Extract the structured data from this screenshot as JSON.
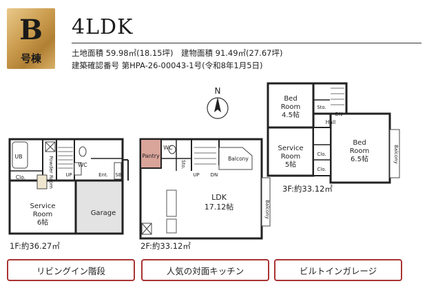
{
  "badge": {
    "letter": "B",
    "sub": "号棟"
  },
  "title": "4LDK",
  "specs": {
    "line1": "土地面積 59.98㎡(18.15坪)　建物面積 91.49㎡(27.67坪)",
    "line2": "建築確認番号 第HPA-26-00043-1号(令和8年1月5日)"
  },
  "compass": {
    "label": "N"
  },
  "floors": {
    "f1": {
      "caption": "1F:約36.27㎡",
      "rooms": {
        "ub": "UB",
        "powder": "Powder Room",
        "wc": "WC",
        "clo": "Clo.",
        "up": "UP",
        "ent": "Ent.",
        "sb": "SB",
        "service": "Service",
        "service_room": "Room",
        "service_size": "6帖",
        "garage": "Garage"
      }
    },
    "f2": {
      "caption": "2F:約33.12㎡",
      "rooms": {
        "pantry": "Pantry",
        "wc": "WC",
        "sto": "Sto.",
        "up": "UP",
        "dn": "DN",
        "balcony_top": "Balcony",
        "ldk": "LDK",
        "ldk_size": "17.12帖",
        "balcony_side": "Balcony"
      }
    },
    "f3": {
      "caption": "3F:約33.12㎡",
      "rooms": {
        "bed1": "Bed",
        "bed1_room": "Room",
        "bed1_size": "4.5帖",
        "sto": "Sto.",
        "dn": "DN",
        "hall": "Hall",
        "service": "Service",
        "service_room": "Room",
        "service_size": "5帖",
        "clo1": "Clo.",
        "clo2": "Clo.",
        "bed2": "Bed",
        "bed2_room": "Room",
        "bed2_size": "6.5帖",
        "balcony": "Balcony"
      }
    }
  },
  "features": [
    "リビングイン階段",
    "人気の対面キッチン",
    "ビルトインガレージ"
  ]
}
